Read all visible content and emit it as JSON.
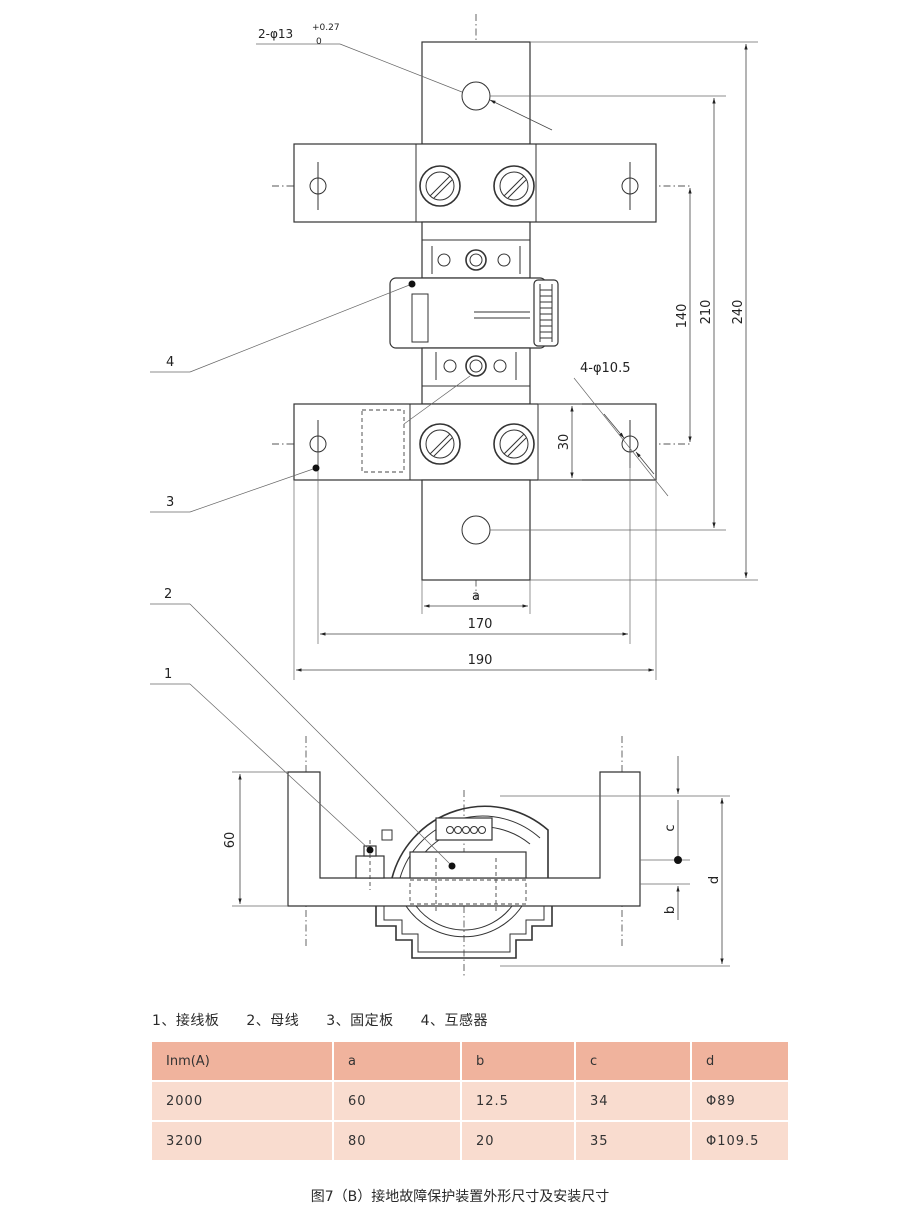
{
  "labels": {
    "hole_top": "2-φ13",
    "hole_top_tol_upper": "+0.27",
    "hole_top_tol_lower": "0",
    "hole_side": "4-φ10.5",
    "dim_140": "140",
    "dim_210": "210",
    "dim_240": "240",
    "dim_30": "30",
    "dim_a": "a",
    "dim_170": "170",
    "dim_190": "190",
    "dim_60": "60",
    "dim_b": "b",
    "dim_c": "c",
    "dim_d": "d",
    "callout_1": "1",
    "callout_2": "2",
    "callout_3": "3",
    "callout_4": "4"
  },
  "legend": [
    "1、接线板",
    "2、母线",
    "3、固定板",
    "4、互感器"
  ],
  "table": {
    "headers": [
      "Inm(A)",
      "a",
      "b",
      "c",
      "d"
    ],
    "rows": [
      [
        "2000",
        "60",
        "12.5",
        "34",
        "Φ89"
      ],
      [
        "3200",
        "80",
        "20",
        "35",
        "Φ109.5"
      ]
    ]
  },
  "caption": "图7（B）接地故障保护装置外形尺寸及安装尺寸",
  "colors": {
    "table_header": "#f0b39d",
    "table_body": "#f9dccf"
  }
}
